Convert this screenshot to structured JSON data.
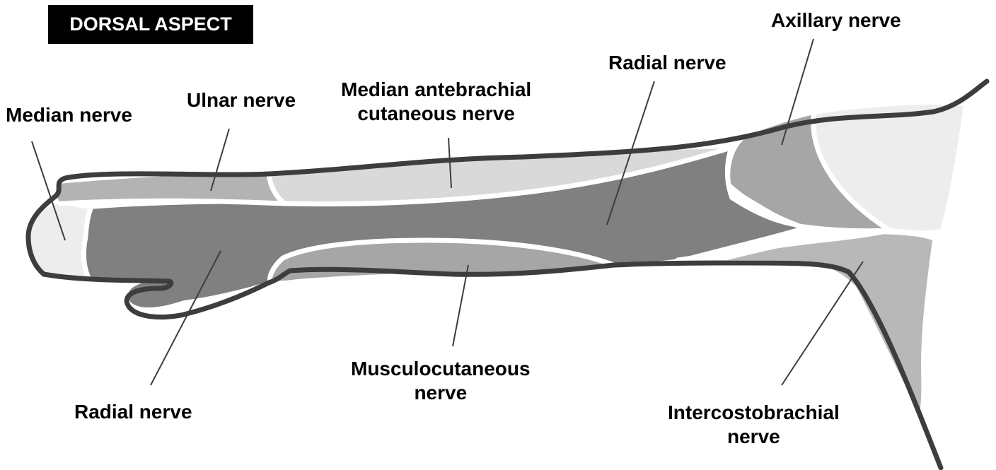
{
  "title": "DORSAL ASPECT",
  "colors": {
    "outline": "#3d3d3d",
    "boundary": "#ffffff",
    "darkest_region": "#808080",
    "medium_region": "#a6a6a6",
    "light_region": "#d9d9d9",
    "lightest_region": "#ededed",
    "intercosto_region": "#b8b8b8"
  },
  "labels": {
    "median_nerve": "Median nerve",
    "ulnar_nerve": "Ulnar nerve",
    "median_antebrachial_line1": "Median antebrachial",
    "median_antebrachial_line2": "cutaneous nerve",
    "radial_nerve_upper": "Radial nerve",
    "axillary_nerve": "Axillary nerve",
    "radial_nerve_lower": "Radial nerve",
    "musculocutaneous_line1": "Musculocutaneous",
    "musculocutaneous_line2": "nerve",
    "intercostobrachial_line1": "Intercostobrachial",
    "intercostobrachial_line2": "nerve"
  }
}
